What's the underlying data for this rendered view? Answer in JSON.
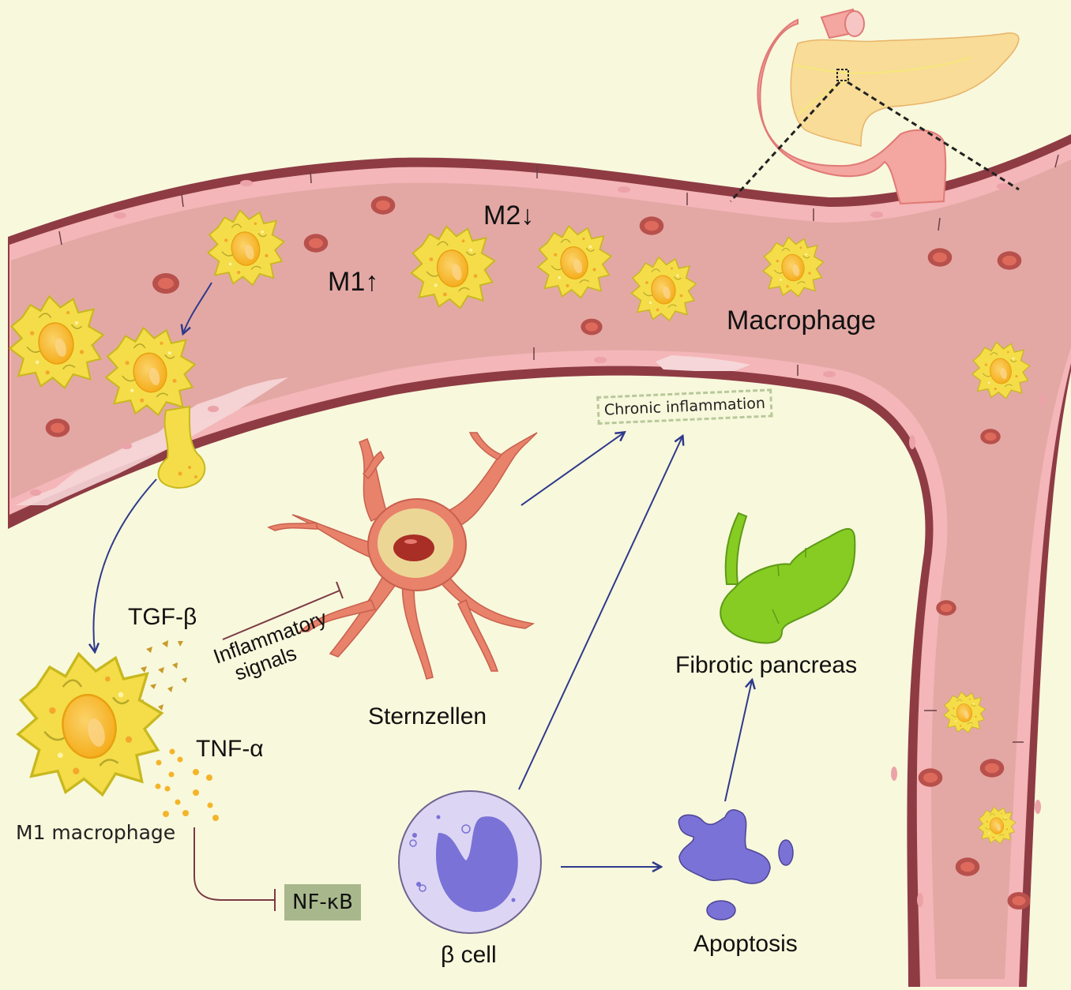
{
  "figure": {
    "labels": {
      "m1_up": "M1↑",
      "m2_down": "M2↓",
      "macrophage": "Macrophage",
      "chronic_inflammation": "Chronic inflammation",
      "sternzellen": "Sternzellen",
      "inflammatory": "Inflammatory",
      "signals": "signals",
      "tgf_beta": "TGF-β",
      "tnf_alpha": "TNF-α",
      "m1_macrophage": "M1 macrophage",
      "nf_kb": "NF-κB",
      "beta_cell": "β cell",
      "apoptosis": "Apoptosis",
      "fibrotic_pancreas": "Fibrotic pancreas"
    },
    "colors": {
      "background": "#f8f8dc",
      "vessel_lumen": "#e3a8a4",
      "vessel_wall": "#f4b6b8",
      "vessel_outer": "#8e3b44",
      "macrophage": "#f5dd4a",
      "nucleus": "#f7b928",
      "rbc": "#b8504c",
      "arrow": "#2f3a8c",
      "inhibit": "#7a3a44",
      "stellate": "#e8826a",
      "beta_cell": "#dcd6f4",
      "beta_nucleus": "#7a72d6",
      "fibrotic": "#86cc22",
      "pancreas": "#f8dc98",
      "duodenum": "#f4a6a0",
      "nfkb_box": "#a8b88c"
    }
  }
}
